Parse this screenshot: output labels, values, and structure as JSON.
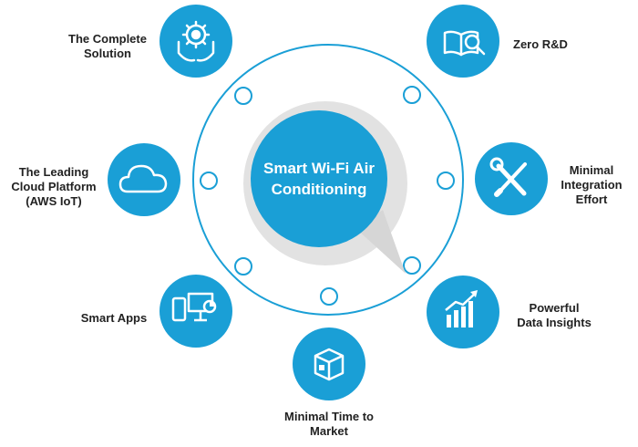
{
  "center": {
    "title": "Smart Wi-Fi Air\nConditioning"
  },
  "colors": {
    "primary": "#1a9fd6",
    "ring": "#1a9fd6",
    "shadow": "#d9d9d9",
    "text": "#222222",
    "icon": "#ffffff"
  },
  "features": [
    {
      "key": "complete-solution",
      "label": "The Complete\nSolution",
      "icon": "gear-hands-icon"
    },
    {
      "key": "zero-rd",
      "label": "Zero R&D",
      "icon": "book-magnifier-icon"
    },
    {
      "key": "cloud-platform",
      "label": "The Leading\nCloud Platform\n(AWS IoT)",
      "icon": "cloud-icon"
    },
    {
      "key": "minimal-integration",
      "label": "Minimal\nIntegration\nEffort",
      "icon": "wrench-screwdriver-icon"
    },
    {
      "key": "smart-apps",
      "label": "Smart Apps",
      "icon": "devices-icon"
    },
    {
      "key": "data-insights",
      "label": "Powerful\nData Insights",
      "icon": "growth-chart-icon"
    },
    {
      "key": "time-to-market",
      "label": "Minimal Time to\nMarket",
      "icon": "box-icon"
    }
  ]
}
